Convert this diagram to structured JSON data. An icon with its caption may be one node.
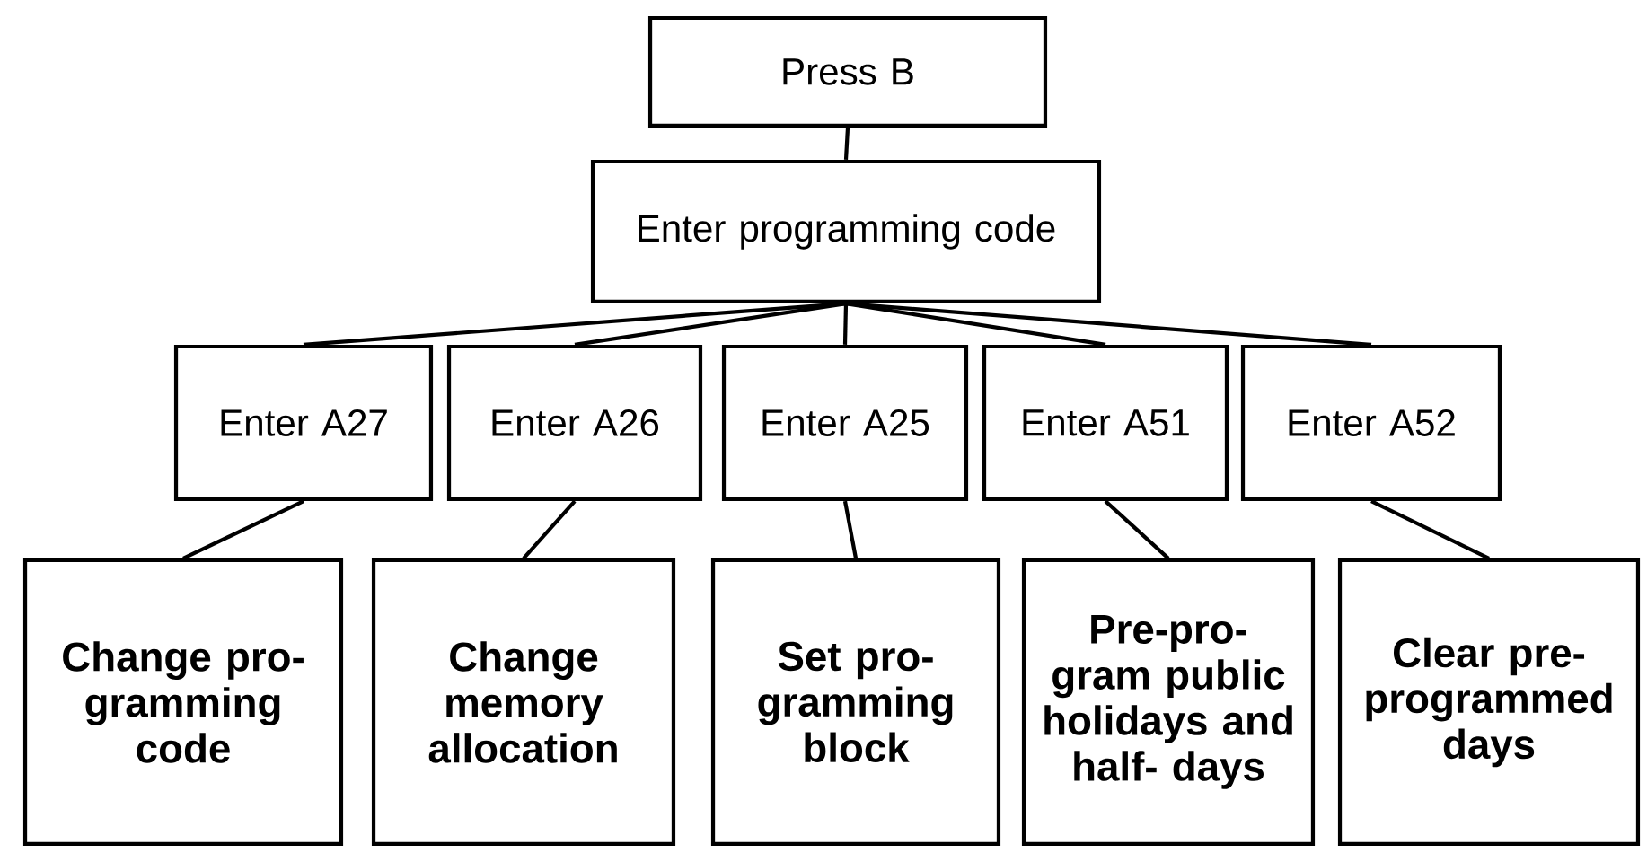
{
  "diagram": {
    "nodes": [
      {
        "text": [
          "Press B"
        ]
      },
      {
        "text": [
          "Enter programming code"
        ]
      },
      {
        "text": [
          "Enter A27"
        ]
      },
      {
        "text": [
          "Enter A26"
        ]
      },
      {
        "text": [
          "Enter A25"
        ]
      },
      {
        "text": [
          "Enter A51"
        ]
      },
      {
        "text": [
          "Enter A52"
        ]
      },
      {
        "text": [
          "Change pro- gramming code"
        ]
      },
      {
        "text": [
          "Change memory allocation"
        ]
      },
      {
        "text": [
          "Set pro- gramming block"
        ]
      },
      {
        "text": [
          "Pre-pro- gram public holidays and half- days"
        ]
      },
      {
        "text": [
          "Clear pre- programmed days"
        ]
      }
    ],
    "edges": [
      {
        "from": 0,
        "to": 1,
        "arrow": "none"
      },
      {
        "from": 1,
        "to": 2,
        "arrow": "none"
      },
      {
        "from": 1,
        "to": 3,
        "arrow": "none"
      },
      {
        "from": 1,
        "to": 4,
        "arrow": "none"
      },
      {
        "from": 1,
        "to": 5,
        "arrow": "none"
      },
      {
        "from": 1,
        "to": 6,
        "arrow": "none"
      },
      {
        "from": 2,
        "to": 7,
        "arrow": "none"
      },
      {
        "from": 3,
        "to": 8,
        "arrow": "none"
      },
      {
        "from": 4,
        "to": 9,
        "arrow": "none"
      },
      {
        "from": 5,
        "to": 10,
        "arrow": "none"
      },
      {
        "from": 6,
        "to": 11,
        "arrow": "none"
      }
    ]
  }
}
